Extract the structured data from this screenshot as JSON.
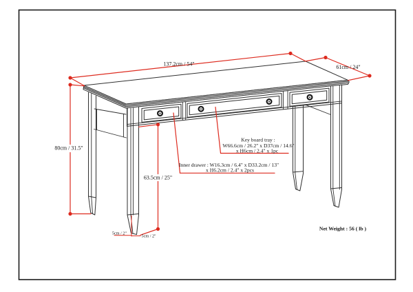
{
  "dims": {
    "width": "137.2cm / 54\"",
    "depth": "61cm / 24\"",
    "height": "80cm / 31.5\"",
    "leg_clearance": "63.5cm / 25\"",
    "foot_front": "5cm / 2\"",
    "foot_side": "5cm / 2\""
  },
  "notes": {
    "keyboard_tray_line1": "Key board tray :",
    "keyboard_tray_line2": "W66.6cm / 26.2\" x D37cm / 14.6\"",
    "keyboard_tray_line3": "x H6cm / 2.4\" x 1pc",
    "inner_drawer_line1": "Inner drawer : W16.3cm / 6.4\" x D33.2cm / 13\"",
    "inner_drawer_line2": "x H6.2cm / 2.4\" x 2pcs",
    "net_weight": "Net Weight : 56 ( lb )"
  },
  "colors": {
    "annotation": "#dd2a1e",
    "line": "#2e2e2e"
  }
}
